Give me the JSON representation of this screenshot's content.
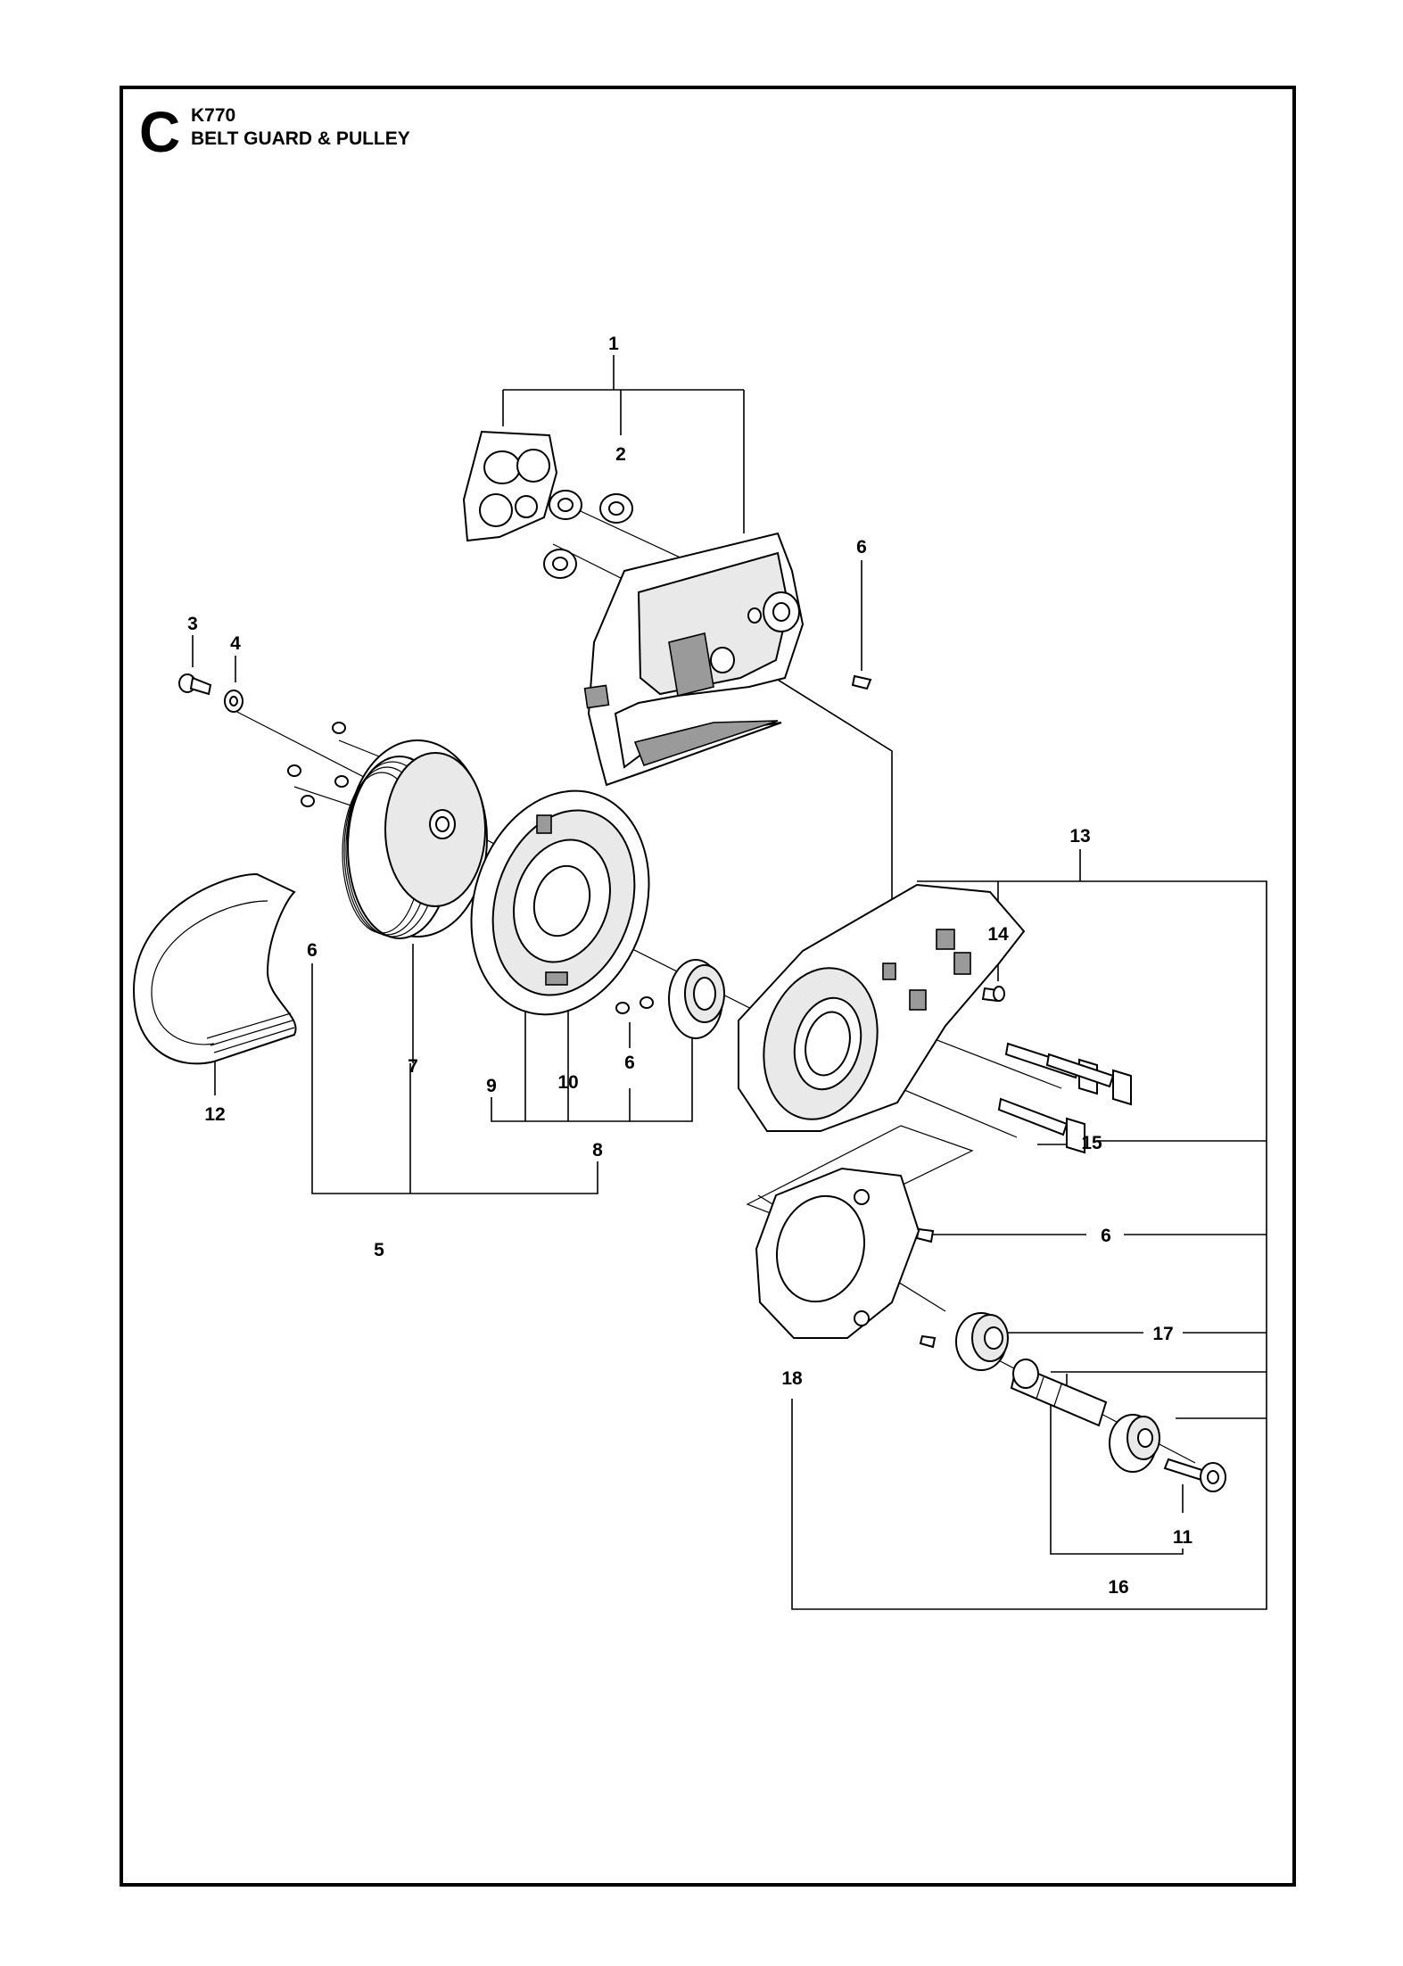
{
  "header": {
    "section_letter": "C",
    "model": "K770",
    "title": "BELT GUARD & PULLEY"
  },
  "callouts": {
    "c1": "1",
    "c2": "2",
    "c3": "3",
    "c4": "4",
    "c5": "5",
    "c6a": "6",
    "c6b": "6",
    "c6c": "6",
    "c6d": "6",
    "c7": "7",
    "c8": "8",
    "c9": "9",
    "c10": "10",
    "c11": "11",
    "c12": "12",
    "c13": "13",
    "c14": "14",
    "c15": "15",
    "c16": "16",
    "c17": "17",
    "c18": "18"
  }
}
